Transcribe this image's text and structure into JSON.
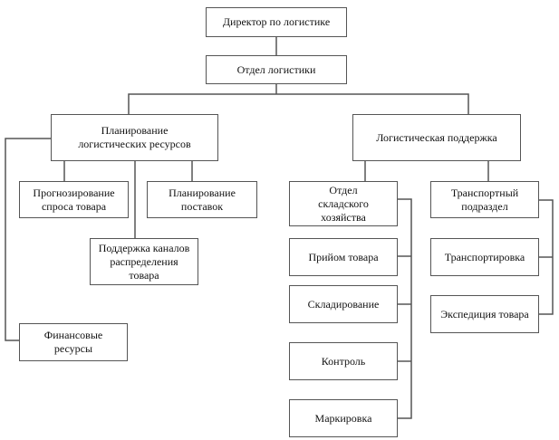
{
  "diagram": {
    "type": "org-chart",
    "nodes": {
      "director": "Директор по логистике",
      "logistics_dept": "Отдел логистики",
      "resource_planning": "Планирование\nлогистических ресурсов",
      "logistics_support": "Логистическая поддержка",
      "demand_forecasting": "Прогнозирование\nспроса товара",
      "supply_planning": "Планирование\nпоставок",
      "distribution_channels": "Поддержка каналов\nраспределения\nтовара",
      "financial_resources": "Финансовые\nресурсы",
      "warehouse_dept": "Отдел\nскладского\nхозяйства",
      "transport_unit": "Транспортный\nподраздел",
      "goods_receipt": "Прийом товара",
      "warehousing": "Складирование",
      "control": "Контроль",
      "marking": "Маркировка",
      "transportation": "Транспортировка",
      "goods_dispatch": "Экспедиция товара"
    },
    "edges": [
      [
        "director",
        "logistics_dept"
      ],
      [
        "logistics_dept",
        "resource_planning"
      ],
      [
        "logistics_dept",
        "logistics_support"
      ],
      [
        "resource_planning",
        "demand_forecasting"
      ],
      [
        "resource_planning",
        "supply_planning"
      ],
      [
        "resource_planning",
        "distribution_channels"
      ],
      [
        "resource_planning",
        "financial_resources"
      ],
      [
        "logistics_support",
        "warehouse_dept"
      ],
      [
        "logistics_support",
        "transport_unit"
      ],
      [
        "warehouse_dept",
        "goods_receipt"
      ],
      [
        "warehouse_dept",
        "warehousing"
      ],
      [
        "warehouse_dept",
        "control"
      ],
      [
        "warehouse_dept",
        "marking"
      ],
      [
        "transport_unit",
        "transportation"
      ],
      [
        "transport_unit",
        "goods_dispatch"
      ]
    ]
  }
}
